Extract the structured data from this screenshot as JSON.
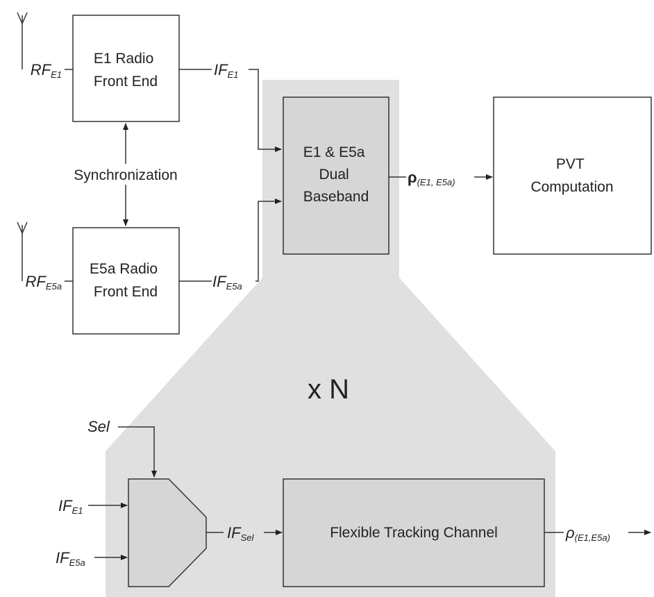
{
  "blocks": {
    "e1_front_end": [
      "E1 Radio",
      "Front End"
    ],
    "e5a_front_end": [
      "E5a Radio",
      "Front End"
    ],
    "dual_baseband": [
      "E1 & E5a",
      "Dual",
      "Baseband"
    ],
    "pvt": [
      "PVT",
      "Computation"
    ],
    "tracking_channel": "Flexible Tracking Channel"
  },
  "labels": {
    "synchronization": "Synchronization",
    "multiplier": "x N"
  },
  "signals": {
    "rf_e1": {
      "base": "RF",
      "sub": "E1"
    },
    "rf_e5a": {
      "base": "RF",
      "sub": "E5a"
    },
    "if_e1_top": {
      "base": "IF",
      "sub": "E1"
    },
    "if_e5a_top": {
      "base": "IF",
      "sub": "E5a"
    },
    "rho_top": {
      "base": "ρ",
      "sub": "(E1, E5a)"
    },
    "sel": {
      "base": "Sel"
    },
    "if_e1_bottom": {
      "base": "IF",
      "sub": "E1"
    },
    "if_e5a_bottom": {
      "base": "IF",
      "sub": "E5a"
    },
    "if_sel": {
      "base": "IF",
      "sub": "Sel"
    },
    "rho_bottom": {
      "base": "ρ",
      "sub": "(E1,E5a)"
    }
  },
  "colors": {
    "zoom_region": "#e0e0e0",
    "stroke": "#333333",
    "text": "#222222"
  }
}
